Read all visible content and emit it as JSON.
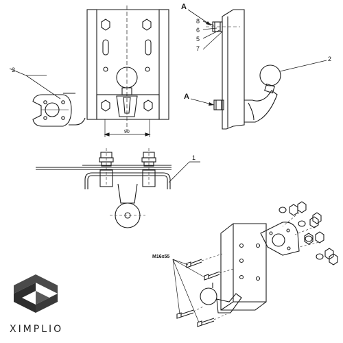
{
  "callouts": {
    "part_1": "1",
    "part_2": "2",
    "part_3": "3",
    "part_5": "5",
    "part_6": "6",
    "part_7": "7",
    "part_8": "8",
    "view_a_top": "A",
    "view_a_bottom": "A"
  },
  "dimension": {
    "width_value": "90"
  },
  "bolt_spec": "M16x55",
  "brand": {
    "name": "XIMPLIO"
  },
  "colors": {
    "line": "#1a1a1a",
    "accent": "#2c2c2c",
    "logo_dark": "#3a3a3a"
  }
}
